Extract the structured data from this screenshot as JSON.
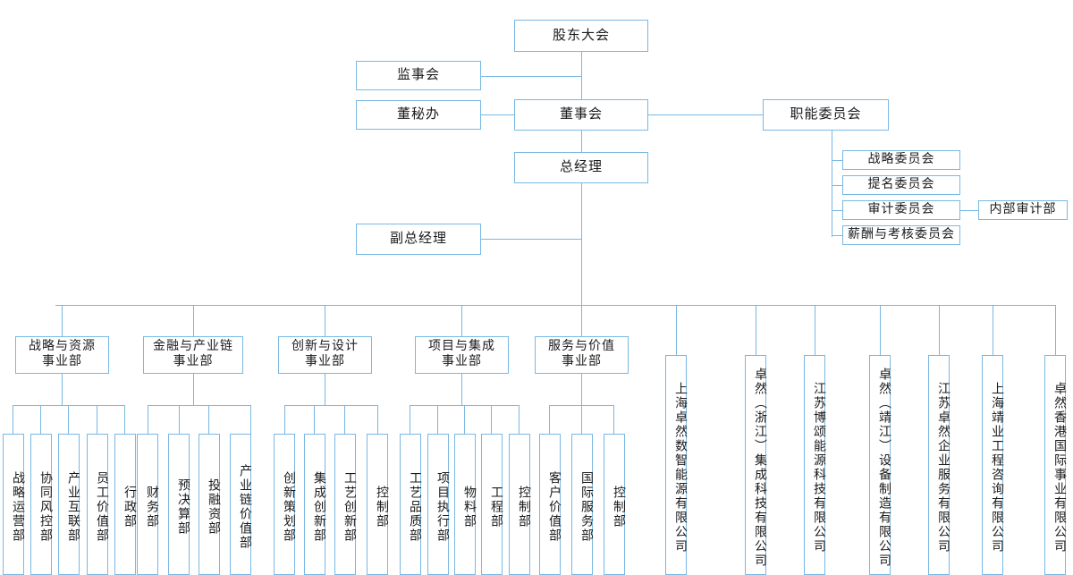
{
  "meta": {
    "title": "组织架构图",
    "line_color": "#79b8e3",
    "box_border_color": "#79b8e3",
    "box_fill_color": "#ffffff",
    "text_color": "#1a1a1a"
  },
  "governance": {
    "shareholders_meeting": "股东大会",
    "supervisory_board": "监事会",
    "board_secretary_office": "董秘办",
    "board_of_directors": "董事会",
    "functional_committee": "职能委员会",
    "general_manager": "总经理",
    "deputy_general_manager": "副总经理"
  },
  "committees": [
    {
      "label": "战略委员会"
    },
    {
      "label": "提名委员会"
    },
    {
      "label": "审计委员会"
    },
    {
      "label": "薪酬与考核委员会"
    }
  ],
  "internal_audit": "内部审计部",
  "divisions": [
    {
      "name_line1": "战略与资源",
      "name_line2": "事业部",
      "departments": [
        "战略运营部",
        "协同风控部",
        "产业互联部",
        "员工价值部",
        "行政部"
      ]
    },
    {
      "name_line1": "金融与产业链",
      "name_line2": "事业部",
      "departments": [
        "财务部",
        "预决算部",
        "投融资部",
        "产业链价值部"
      ]
    },
    {
      "name_line1": "创新与设计",
      "name_line2": "事业部",
      "departments": [
        "创新策划部",
        "集成创新部",
        "工艺创新部",
        "控制部"
      ]
    },
    {
      "name_line1": "项目与集成",
      "name_line2": "事业部",
      "departments": [
        "工艺品质部",
        "项目执行部",
        "物料部",
        "工程部",
        "控制部"
      ]
    },
    {
      "name_line1": "服务与价值",
      "name_line2": "事业部",
      "departments": [
        "客户价值部",
        "国际服务部",
        "控制部"
      ]
    }
  ],
  "subsidiaries": [
    "上海卓然数智能源有限公司",
    "卓然（浙江）集成科技有限公司",
    "江苏博颂能源科技有限公司",
    "卓然（靖江）设备制造有限公司",
    "江苏卓然企业服务有限公司",
    "上海靖业工程咨询有限公司",
    "卓然香港国际事业有限公司"
  ]
}
